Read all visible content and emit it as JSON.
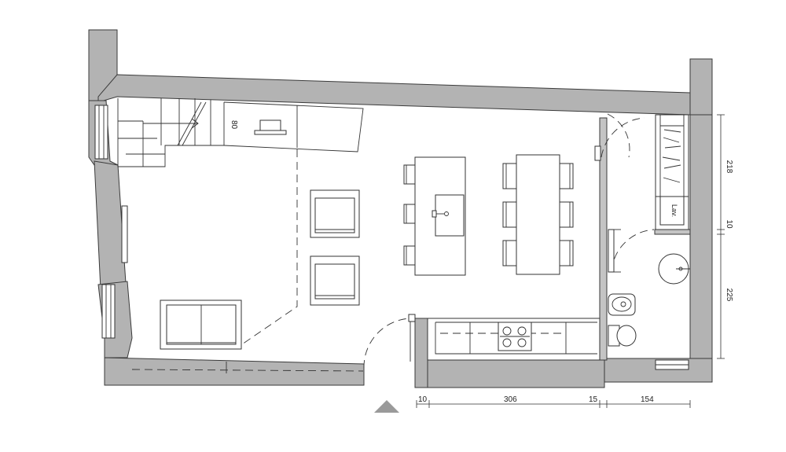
{
  "plan": {
    "labels": {
      "stair_width": "80",
      "lav": "Lav."
    },
    "dimensions": {
      "horizontal": [
        "10",
        "306",
        "15",
        "154"
      ],
      "vertical": [
        "218",
        "10",
        "225"
      ]
    },
    "colors": {
      "wall_fill": "#b3b3b3",
      "line": "#333333",
      "entry_marker": "#9a9a9a"
    },
    "icons": {
      "entry_marker": "entrance-triangle-icon",
      "hob": "gas-hob-icon",
      "sink": "sink-icon",
      "toilet": "toilet-icon",
      "bidet": "bidet-icon"
    }
  }
}
